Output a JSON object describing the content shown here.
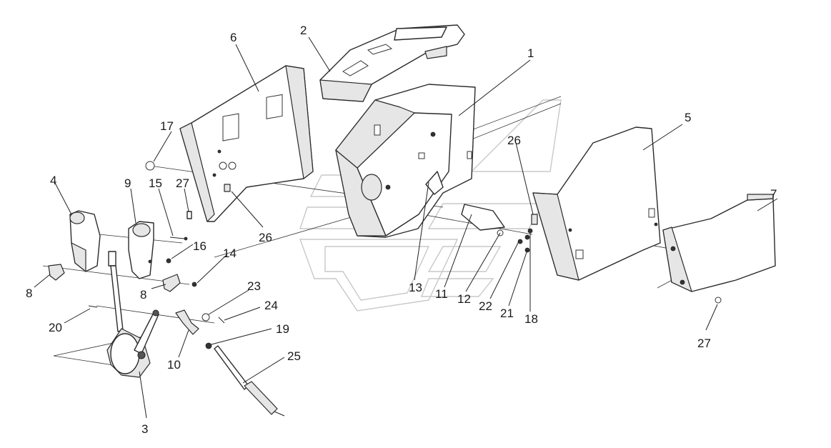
{
  "callouts": [
    {
      "id": "c1",
      "text": "1"
    },
    {
      "id": "c2",
      "text": "2"
    },
    {
      "id": "c3",
      "text": "3"
    },
    {
      "id": "c4",
      "text": "4"
    },
    {
      "id": "c5",
      "text": "5"
    },
    {
      "id": "c6",
      "text": "6"
    },
    {
      "id": "c7",
      "text": "7"
    },
    {
      "id": "c8a",
      "text": "8"
    },
    {
      "id": "c8b",
      "text": "8"
    },
    {
      "id": "c9",
      "text": "9"
    },
    {
      "id": "c10",
      "text": "10"
    },
    {
      "id": "c11",
      "text": "11"
    },
    {
      "id": "c12",
      "text": "12"
    },
    {
      "id": "c13",
      "text": "13"
    },
    {
      "id": "c14",
      "text": "14"
    },
    {
      "id": "c15",
      "text": "15"
    },
    {
      "id": "c16",
      "text": "16"
    },
    {
      "id": "c17",
      "text": "17"
    },
    {
      "id": "c18",
      "text": "18"
    },
    {
      "id": "c19",
      "text": "19"
    },
    {
      "id": "c20",
      "text": "20"
    },
    {
      "id": "c21",
      "text": "21"
    },
    {
      "id": "c22",
      "text": "22"
    },
    {
      "id": "c23",
      "text": "23"
    },
    {
      "id": "c24",
      "text": "24"
    },
    {
      "id": "c25",
      "text": "25"
    },
    {
      "id": "c26a",
      "text": "26"
    },
    {
      "id": "c26b",
      "text": "26"
    },
    {
      "id": "c27a",
      "text": "27"
    },
    {
      "id": "c27b",
      "text": "27"
    }
  ]
}
